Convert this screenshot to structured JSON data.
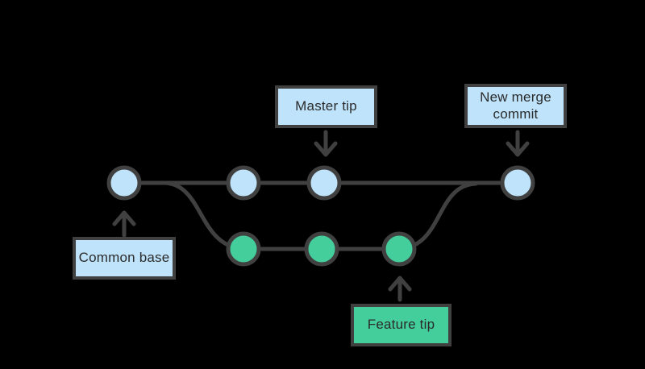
{
  "diagram": {
    "name": "git-merge-branches-diagram",
    "labels": {
      "master_tip": "Master tip",
      "new_merge_commit": "New merge commit",
      "common_base": "Common base",
      "feature_tip": "Feature tip"
    },
    "colors": {
      "background": "#000000",
      "line_stroke": "#404040",
      "master_node_fill": "#BEE3FA",
      "feature_node_fill": "#43CE9C",
      "label_text": "#2B2B2B"
    },
    "branches": {
      "master": {
        "commit_count": 4,
        "node_names": [
          "common-base-commit",
          "master-commit",
          "master-tip-commit",
          "new-merge-commit"
        ]
      },
      "feature": {
        "commit_count": 3,
        "node_names": [
          "feature-commit-1",
          "feature-commit-2",
          "feature-tip-commit"
        ]
      }
    }
  }
}
